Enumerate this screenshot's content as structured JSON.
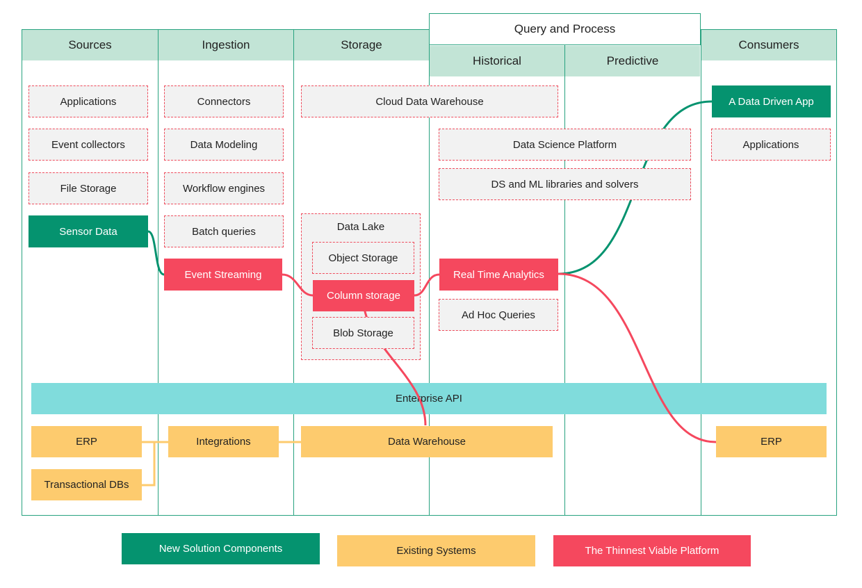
{
  "columns": {
    "sources": "Sources",
    "ingestion": "Ingestion",
    "storage": "Storage",
    "query_process": "Query and Process",
    "historical": "Historical",
    "predictive": "Predictive",
    "consumers": "Consumers"
  },
  "sources": {
    "applications": "Applications",
    "event_collectors": "Event collectors",
    "file_storage": "File Storage",
    "sensor_data": "Sensor Data",
    "erp": "ERP",
    "transactional_dbs": "Transactional DBs"
  },
  "ingestion": {
    "connectors": "Connectors",
    "data_modeling": "Data Modeling",
    "workflow_engines": "Workflow engines",
    "batch_queries": "Batch queries",
    "event_streaming": "Event Streaming",
    "integrations": "Integrations"
  },
  "storage": {
    "cloud_data_warehouse": "Cloud Data Warehouse",
    "data_lake": "Data Lake",
    "object_storage": "Object Storage",
    "column_storage": "Column storage",
    "blob_storage": "Blob Storage",
    "data_warehouse": "Data Warehouse"
  },
  "query": {
    "data_science_platform": "Data Science Platform",
    "ds_ml_libraries": "DS and ML libraries and solvers",
    "real_time_analytics": "Real Time Analytics",
    "ad_hoc_queries": "Ad Hoc Queries"
  },
  "consumers": {
    "data_driven_app": "A Data Driven App",
    "applications": "Applications",
    "erp": "ERP"
  },
  "enterprise_api": "Enterprise API",
  "legend": {
    "new": "New Solution Components",
    "existing": "Existing Systems",
    "thinnest": "The Thinnest Viable Platform"
  },
  "colors": {
    "frame": "#27a27f",
    "header": "#c2e4d6",
    "new": "#05936f",
    "thinnest": "#f5485e",
    "existing": "#fdcb6e",
    "api": "#80dcdc",
    "dashed_border": "#ef4b5c",
    "dashed_fill": "#f2f2f2"
  }
}
